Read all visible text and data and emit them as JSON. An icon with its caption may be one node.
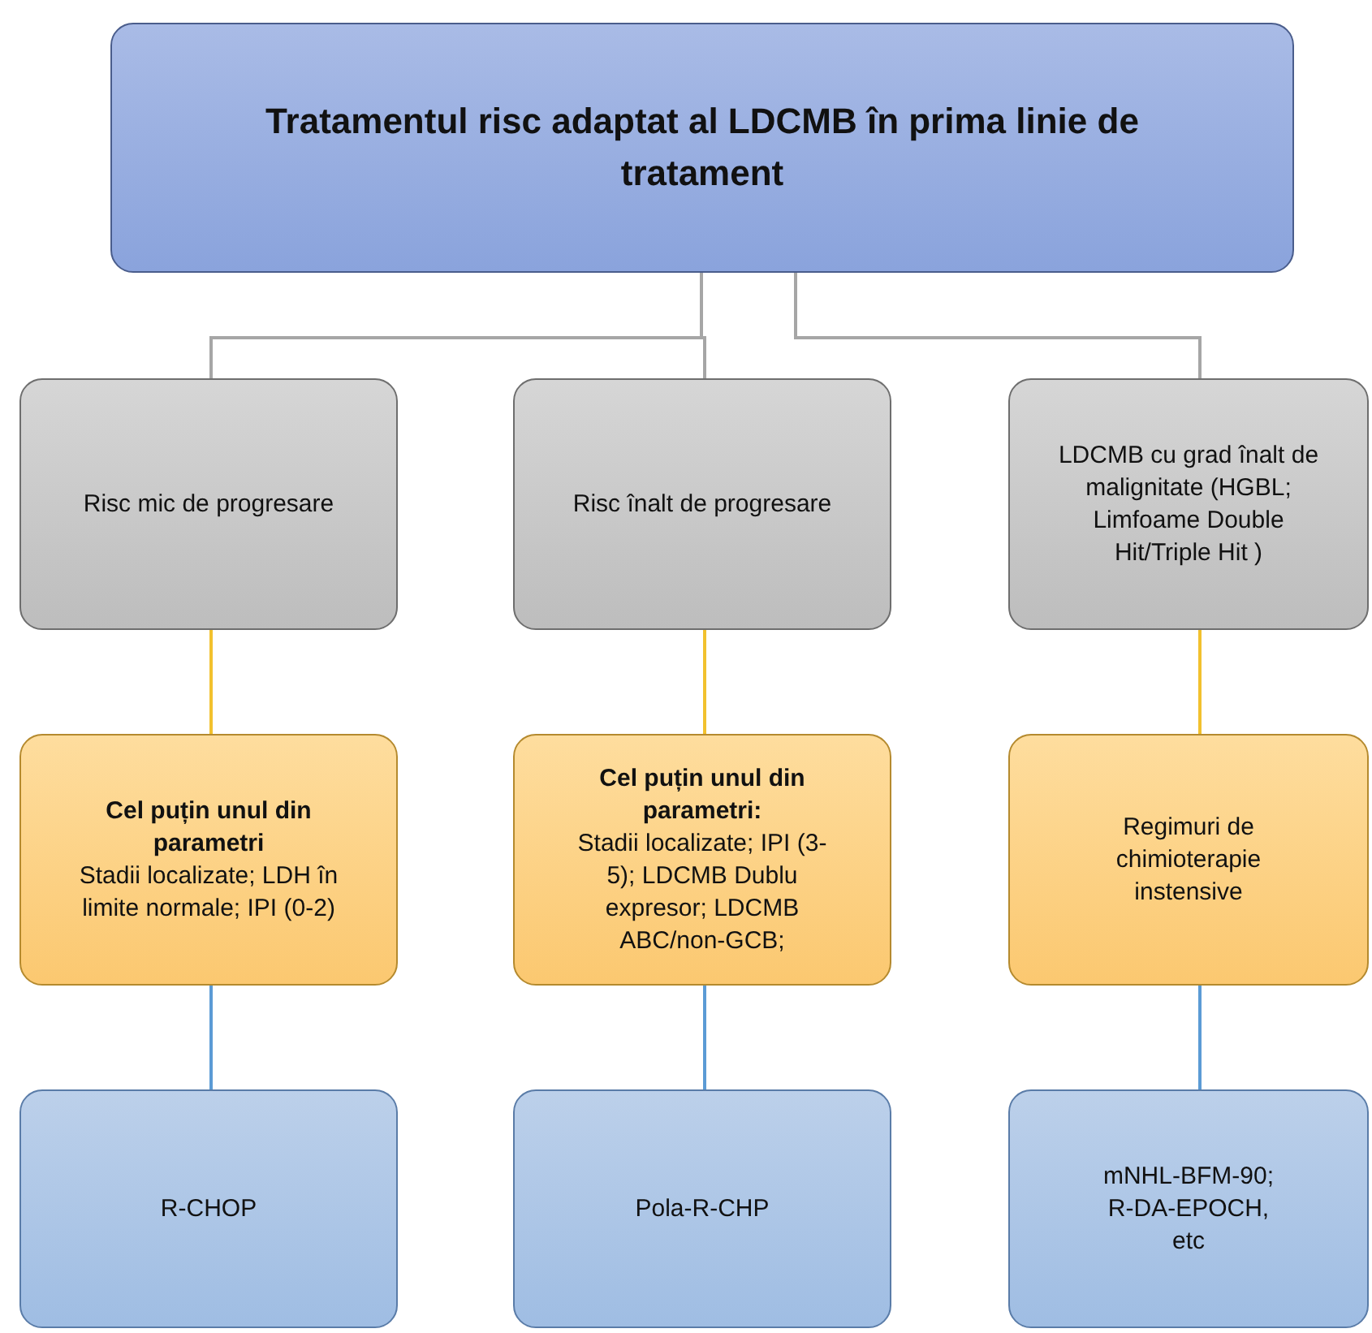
{
  "diagram": {
    "nodes": [
      {
        "text": [
          "Tratamentul risc adaptat al LDCMB în prima linie de tratament"
        ]
      },
      {
        "text": [
          "Risc mic de progresare"
        ]
      },
      {
        "text": [
          "Risc înalt de progresare"
        ]
      },
      {
        "text": [
          "LDCMB cu grad înalt de malignitate (HGBL; Limfoame Double Hit/Triple Hit )"
        ]
      },
      {
        "text": [
          "Cel puțin unul din parametri",
          "Stadii localizate; LDH în limite normale; IPI (0-2)"
        ]
      },
      {
        "text": [
          "Cel puțin unul din parametri:",
          "Stadii localizate; IPI (3-5); LDCMB Dublu expresor; LDCMB ABC/non-GCB;"
        ]
      },
      {
        "text": [
          "Regimuri de chimioterapie instensive"
        ]
      },
      {
        "text": [
          "R-CHOP"
        ]
      },
      {
        "text": [
          "Pola-R-CHP"
        ]
      },
      {
        "text": [
          "mNHL-BFM-90; R-DA-EPOCH, etc"
        ]
      }
    ],
    "edges": [
      {
        "from": 0,
        "to": 1,
        "arrow": "none",
        "color": "#a6a6a6"
      },
      {
        "from": 0,
        "to": 2,
        "arrow": "none",
        "color": "#a6a6a6"
      },
      {
        "from": 0,
        "to": 3,
        "arrow": "none",
        "color": "#a6a6a6"
      },
      {
        "from": 1,
        "to": 4,
        "arrow": "none",
        "color": "#f2c12e"
      },
      {
        "from": 2,
        "to": 5,
        "arrow": "none",
        "color": "#f2c12e"
      },
      {
        "from": 3,
        "to": 6,
        "arrow": "none",
        "color": "#f2c12e"
      },
      {
        "from": 4,
        "to": 7,
        "arrow": "none",
        "color": "#5b9bd5"
      },
      {
        "from": 5,
        "to": 8,
        "arrow": "none",
        "color": "#5b9bd5"
      },
      {
        "from": 6,
        "to": 9,
        "arrow": "none",
        "color": "#5b9bd5"
      }
    ]
  }
}
